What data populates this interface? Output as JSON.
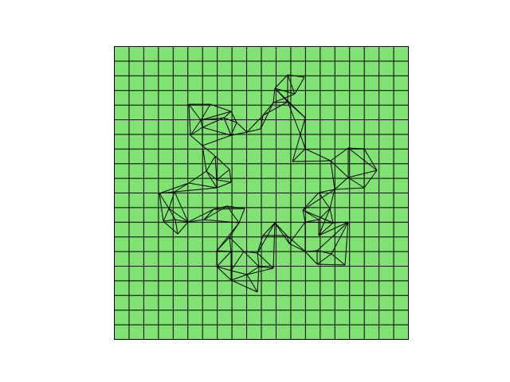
{
  "figure": {
    "background_color": "#ffffff",
    "mesh_fill_color": "#80e272",
    "mesh_line_color": "#000000",
    "grid": {
      "cols": 20,
      "rows": 20
    }
  },
  "cut_shape": {
    "description_hint": "",
    "kind": "cross-like fractal (four-arm star) mesh with refined triangular elements along boundary"
  }
}
